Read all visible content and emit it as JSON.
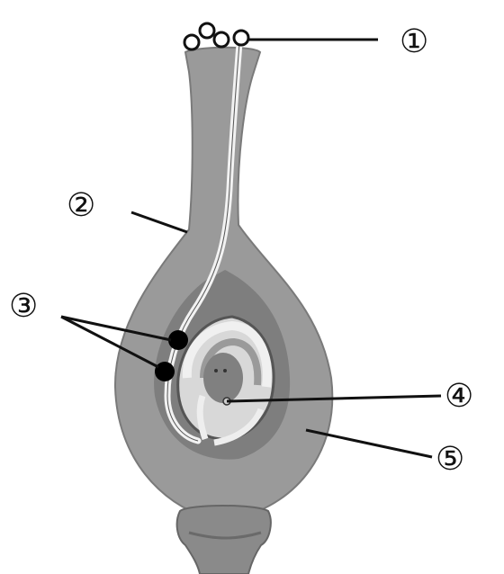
{
  "labels": {
    "l1": "①",
    "l2": "②",
    "l3": "③",
    "l4": "④",
    "l5": "⑤"
  },
  "colors": {
    "tissue": "#9a9a9a",
    "tissue_dark": "#6f6f6f",
    "ovary_wall_inner": "#7e7e7e",
    "pollen_tube": "#f2f2f2",
    "ovule_light": "#d8d8d8",
    "nucleus": "#000000",
    "line": "#111111"
  }
}
